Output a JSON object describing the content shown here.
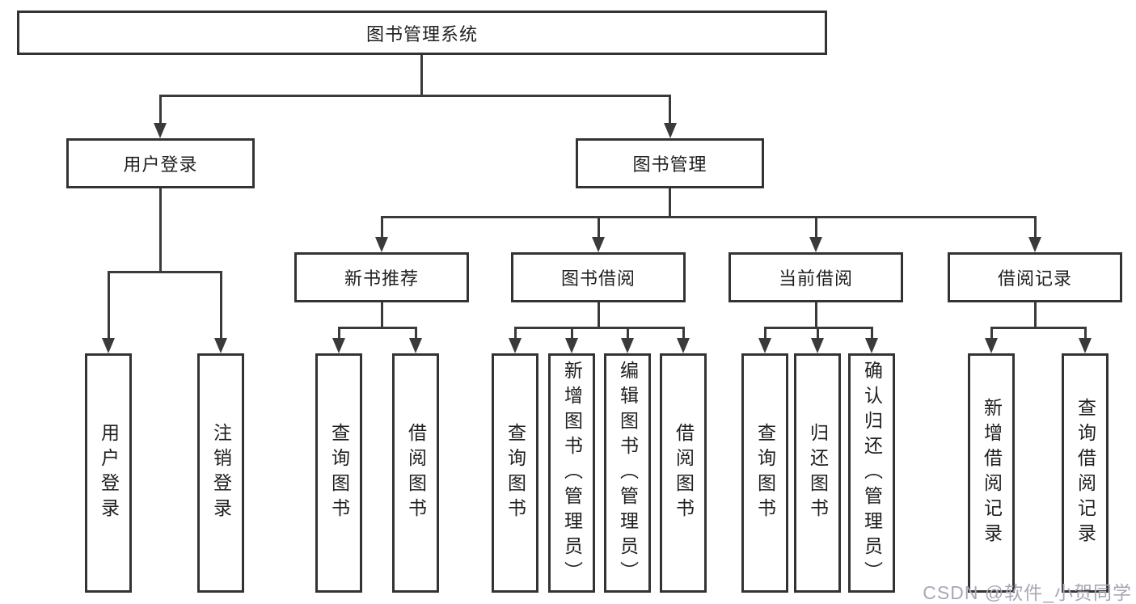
{
  "diagram_title": "图书管理系统",
  "tree": {
    "root": {
      "label": "图书管理系统"
    },
    "branches": [
      {
        "label": "用户登录",
        "children": [
          {
            "label": "用户登录"
          },
          {
            "label": "注销登录"
          }
        ]
      },
      {
        "label": "图书管理",
        "children": [
          {
            "label": "新书推荐",
            "children": [
              {
                "label": "查询图书"
              },
              {
                "label": "借阅图书"
              }
            ]
          },
          {
            "label": "图书借阅",
            "children": [
              {
                "label": "查询图书"
              },
              {
                "label": "新增图书（管理员）"
              },
              {
                "label": "编辑图书（管理员）"
              },
              {
                "label": "借阅图书"
              }
            ]
          },
          {
            "label": "当前借阅",
            "children": [
              {
                "label": "查询图书"
              },
              {
                "label": "归还图书"
              },
              {
                "label": "确认归还（管理员）"
              }
            ]
          },
          {
            "label": "借阅记录",
            "children": [
              {
                "label": "新增借阅记录"
              },
              {
                "label": "查询借阅记录"
              }
            ]
          }
        ]
      }
    ]
  },
  "watermark": {
    "text": "CSDN @软件_小贺同学",
    "color": "#a8a8b5"
  },
  "colors": {
    "line": "#3a3a3a",
    "box_border": "#333333",
    "background": "#ffffff",
    "text": "#1f1f1f"
  }
}
